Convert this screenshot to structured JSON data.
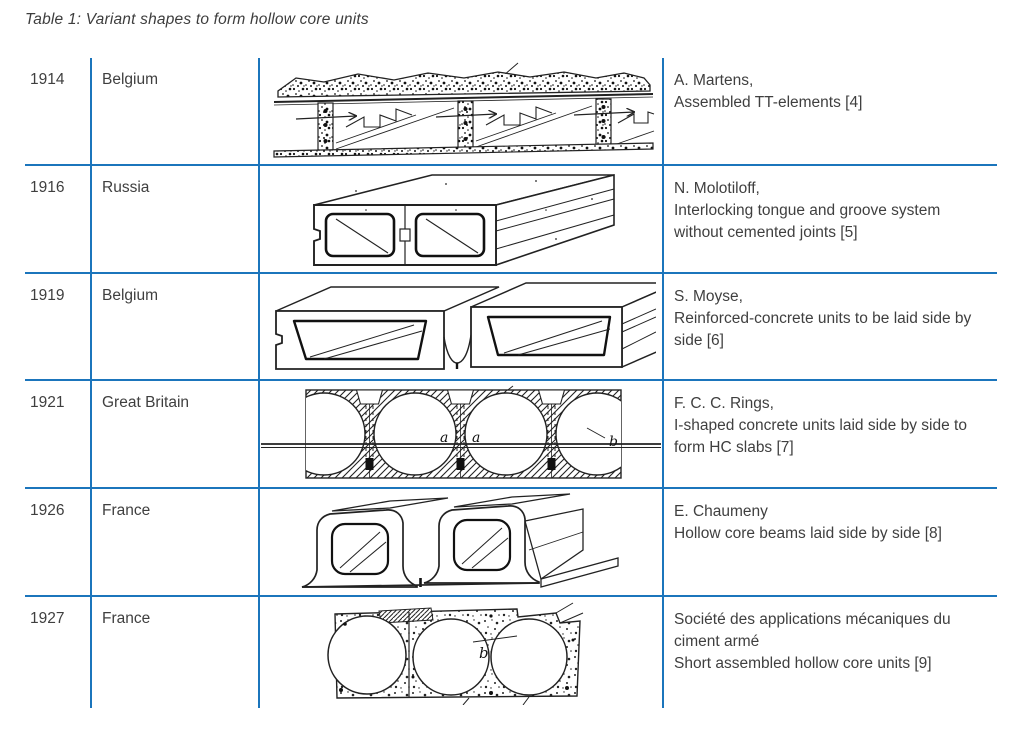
{
  "title": "Table 1: Variant shapes to form hollow core units",
  "colors": {
    "rule_blue": "#1b75bc",
    "text": "#3f3f3f"
  },
  "table": {
    "columns": [
      "year",
      "country",
      "figure",
      "description"
    ],
    "rows": [
      {
        "year": "1914",
        "country": "Belgium",
        "figure": "assembled-tt-elements-perspective",
        "author": "A. Martens,",
        "text": "Assembled TT-elements [4]"
      },
      {
        "year": "1916",
        "country": "Russia",
        "figure": "interlocking-hollow-block-perspective",
        "author": "N. Molotiloff,",
        "text": "Interlocking tongue and groove system without cemented joints [5]"
      },
      {
        "year": "1919",
        "country": "Belgium",
        "figure": "hollow-units-side-by-side-perspective",
        "author": "S. Moyse,",
        "text": "Reinforced-concrete units to be laid side by side [6]"
      },
      {
        "year": "1921",
        "country": "Great Britain",
        "figure": "i-shaped-units-cross-section",
        "author": "F. C. C. Rings,",
        "text": "I-shaped concrete units laid side by side to form HC slabs [7]",
        "labels": [
          "a",
          "a",
          "b"
        ]
      },
      {
        "year": "1926",
        "country": "France",
        "figure": "hollow-core-beams-perspective",
        "author": "E. Chaumeny",
        "text": "Hollow core beams laid side by side [8]"
      },
      {
        "year": "1927",
        "country": "France",
        "figure": "short-hollow-core-units-cross-section",
        "author": "Société des applications mécaniques du ciment armé",
        "text": "Short assembled hollow core units [9]",
        "labels": [
          "b"
        ]
      }
    ]
  }
}
